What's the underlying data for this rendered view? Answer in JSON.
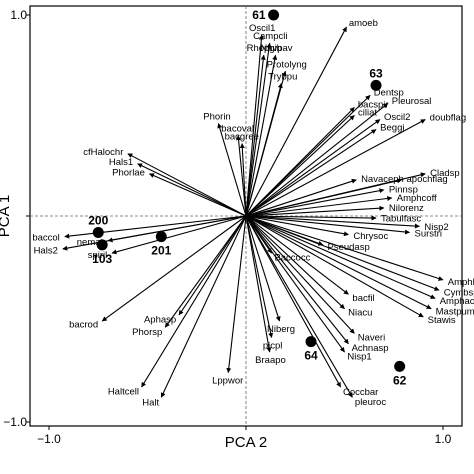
{
  "chart_data": {
    "type": "scatter",
    "title": "",
    "xlabel": "PCA 2",
    "ylabel": "PCA 1",
    "xlim": [
      -1.05,
      1.05
    ],
    "ylim": [
      -1.05,
      1.05
    ],
    "xticks": [
      -1.0,
      0,
      1.0
    ],
    "yticks": [
      -1.0,
      0,
      1.0
    ],
    "xtick_labels": [
      "−1.0",
      "",
      "1.0"
    ],
    "ytick_labels": [
      "−1.0",
      "",
      "1.0"
    ],
    "reference_lines": "dashed lines at x = 0 and y = 0",
    "series": [
      {
        "kind": "vectors",
        "origin": [
          0,
          0
        ],
        "vectors": [
          {
            "label": "Oscil1",
            "x": 0.08,
            "y": 0.9
          },
          {
            "label": "Campcli",
            "x": 0.12,
            "y": 0.86
          },
          {
            "label": "Rhopgib",
            "x": 0.09,
            "y": 0.8
          },
          {
            "label": "Navpav",
            "x": 0.15,
            "y": 0.8
          },
          {
            "label": "Protolyng",
            "x": 0.2,
            "y": 0.72
          },
          {
            "label": "Trybpu",
            "x": 0.18,
            "y": 0.66
          },
          {
            "label": "amoeb",
            "x": 0.51,
            "y": 0.94
          },
          {
            "label": "Dentsp",
            "x": 0.63,
            "y": 0.6
          },
          {
            "label": "bacspir",
            "x": 0.55,
            "y": 0.54
          },
          {
            "label": "ciliat",
            "x": 0.55,
            "y": 0.5
          },
          {
            "label": "Pleurosal",
            "x": 0.72,
            "y": 0.56
          },
          {
            "label": "Oscil2",
            "x": 0.68,
            "y": 0.48
          },
          {
            "label": "Beggi",
            "x": 0.66,
            "y": 0.43
          },
          {
            "label": "doubflag",
            "x": 0.91,
            "y": 0.48
          },
          {
            "label": "Phorin",
            "x": -0.14,
            "y": 0.46
          },
          {
            "label": "bacoval",
            "x": -0.04,
            "y": 0.4
          },
          {
            "label": "bacgree",
            "x": -0.02,
            "y": 0.36
          },
          {
            "label": "cfHalochr",
            "x": -0.6,
            "y": 0.31
          },
          {
            "label": "Hals1",
            "x": -0.55,
            "y": 0.26
          },
          {
            "label": "Phorlae",
            "x": -0.49,
            "y": 0.21
          },
          {
            "label": "Navaceph",
            "x": 0.56,
            "y": 0.18
          },
          {
            "label": "apochflag",
            "x": 0.79,
            "y": 0.18
          },
          {
            "label": "Pinnsp",
            "x": 0.7,
            "y": 0.13
          },
          {
            "label": "Cladsp",
            "x": 0.91,
            "y": 0.21
          },
          {
            "label": "Amphcoff",
            "x": 0.74,
            "y": 0.09
          },
          {
            "label": "Nilorenz",
            "x": 0.7,
            "y": 0.04
          },
          {
            "label": "Tabulfasc",
            "x": 0.66,
            "y": -0.01
          },
          {
            "label": "Nisp2",
            "x": 0.88,
            "y": -0.05
          },
          {
            "label": "Surstri",
            "x": 0.83,
            "y": -0.08
          },
          {
            "label": "Chrysoc",
            "x": 0.52,
            "y": -0.09
          },
          {
            "label": "Pseudasp",
            "x": 0.39,
            "y": -0.14
          },
          {
            "label": "Baccocc",
            "x": 0.13,
            "y": -0.18
          },
          {
            "label": "Amphhol",
            "x": 1.0,
            "y": -0.31
          },
          {
            "label": "Cymbsp",
            "x": 0.98,
            "y": -0.36
          },
          {
            "label": "Amphacu",
            "x": 0.96,
            "y": -0.4
          },
          {
            "label": "Mastpum",
            "x": 0.94,
            "y": -0.45
          },
          {
            "label": "Stawis",
            "x": 0.9,
            "y": -0.49
          },
          {
            "label": "bacfil",
            "x": 0.52,
            "y": -0.38
          },
          {
            "label": "Niacu",
            "x": 0.5,
            "y": -0.45
          },
          {
            "label": "Naveri",
            "x": 0.55,
            "y": -0.57
          },
          {
            "label": "Achnasp",
            "x": 0.52,
            "y": -0.62
          },
          {
            "label": "Nisp1",
            "x": 0.5,
            "y": -0.66
          },
          {
            "label": "Coccbar",
            "x": 0.48,
            "y": -0.83
          },
          {
            "label": "pleuroc",
            "x": 0.54,
            "y": -0.88
          },
          {
            "label": "Niberg",
            "x": 0.17,
            "y": -0.51
          },
          {
            "label": "picpl",
            "x": 0.13,
            "y": -0.59
          },
          {
            "label": "Braapo",
            "x": 0.12,
            "y": -0.66
          },
          {
            "label": "baccol",
            "x": -0.92,
            "y": -0.1
          },
          {
            "label": "Hals2",
            "x": -0.93,
            "y": -0.16
          },
          {
            "label": "nemat",
            "x": -0.7,
            "y": -0.12
          },
          {
            "label": "spiril",
            "x": -0.68,
            "y": -0.18
          },
          {
            "label": "Aphasp",
            "x": -0.34,
            "y": -0.48
          },
          {
            "label": "Phorsp",
            "x": -0.41,
            "y": -0.54
          },
          {
            "label": "bacrod",
            "x": -0.73,
            "y": -0.51
          },
          {
            "label": "Lppwor",
            "x": -0.09,
            "y": -0.76
          },
          {
            "label": "Haltcell",
            "x": -0.53,
            "y": -0.83
          },
          {
            "label": "Halt",
            "x": -0.43,
            "y": -0.88
          }
        ]
      },
      {
        "kind": "samples",
        "points": [
          {
            "label": "61",
            "x": 0.14,
            "y": 1.0
          },
          {
            "label": "63",
            "x": 0.66,
            "y": 0.65
          },
          {
            "label": "200",
            "x": -0.75,
            "y": -0.08
          },
          {
            "label": "201",
            "x": -0.43,
            "y": -0.1
          },
          {
            "label": "103",
            "x": -0.73,
            "y": -0.14
          },
          {
            "label": "64",
            "x": 0.33,
            "y": -0.61
          },
          {
            "label": "62",
            "x": 0.78,
            "y": -0.73
          }
        ]
      }
    ]
  }
}
